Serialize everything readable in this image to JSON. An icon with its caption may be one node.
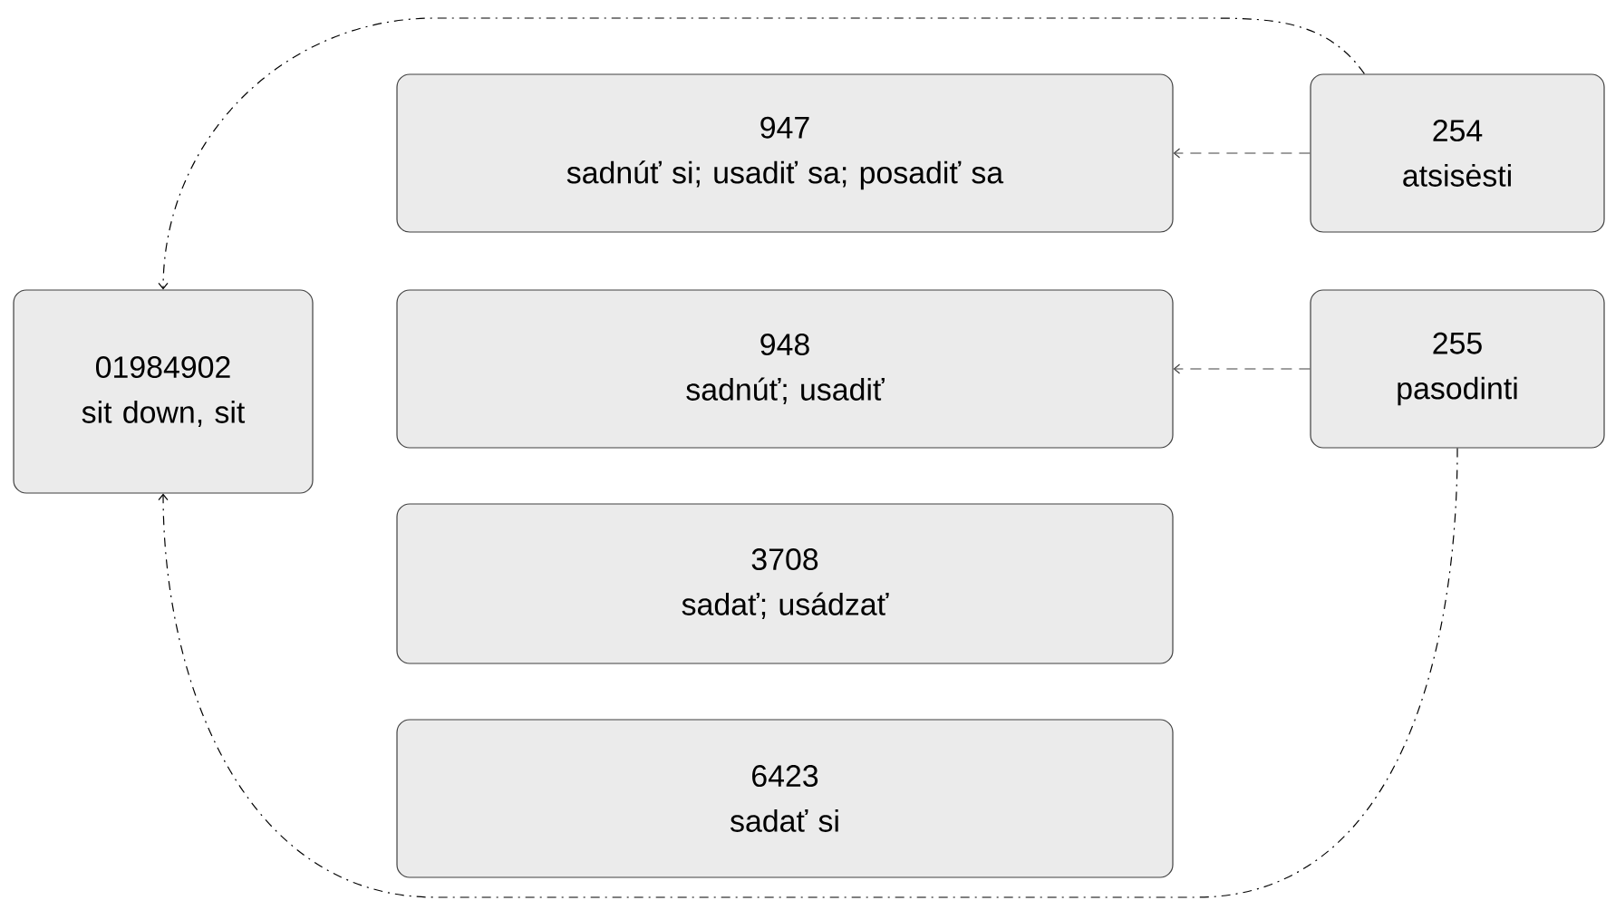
{
  "diagram": {
    "nodes": [
      {
        "text": [
          "01984902",
          "sit down, sit"
        ]
      },
      {
        "text": [
          "947",
          "sadnúť si; usadiť sa; posadiť sa"
        ]
      },
      {
        "text": [
          "948",
          "sadnúť; usadiť"
        ]
      },
      {
        "text": [
          "3708",
          "sadať; usádzať"
        ]
      },
      {
        "text": [
          "6423",
          "sadať si"
        ]
      },
      {
        "text": [
          "254",
          "atsisėsti"
        ]
      },
      {
        "text": [
          "255",
          "pasodinti"
        ]
      }
    ],
    "edges": [
      {
        "from": 5,
        "to": 1,
        "arrow": "to",
        "style": "dashed"
      },
      {
        "from": 6,
        "to": 2,
        "arrow": "to",
        "style": "dashed"
      },
      {
        "from": 5,
        "to": 0,
        "arrow": "to"
      },
      {
        "from": 6,
        "to": 0,
        "arrow": "to"
      }
    ]
  }
}
